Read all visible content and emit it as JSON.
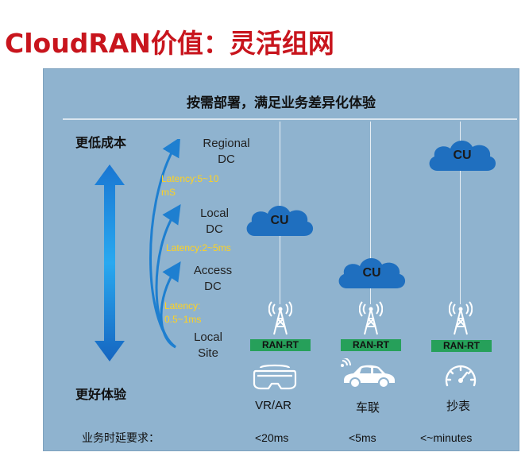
{
  "title": "CloudRAN价值：灵活组网",
  "subtitle": "按需部署，满足业务差异化体验",
  "axis": {
    "top_label": "更低成本",
    "bottom_label": "更好体验",
    "arrow_color": "#1e88e5"
  },
  "tiers": [
    {
      "name_line1": "Regional",
      "name_line2": "DC"
    },
    {
      "name_line1": "Local",
      "name_line2": "DC"
    },
    {
      "name_line1": "Access",
      "name_line2": "DC"
    },
    {
      "name_line1": "Local",
      "name_line2": "Site"
    }
  ],
  "latencies": [
    {
      "line1": "Latency:5~10",
      "line2": "mS"
    },
    {
      "line1": "Latency:2~5ms",
      "line2": ""
    },
    {
      "line1": "Latency:",
      "line2": "0.5~1ms"
    }
  ],
  "columns": [
    {
      "cu_label": "CU",
      "ran_label": "RAN-RT",
      "app_label": "VR/AR",
      "app_icon": "vr-headset-icon",
      "requirement": "<20ms"
    },
    {
      "cu_label": "CU",
      "ran_label": "RAN-RT",
      "app_label": "车联",
      "app_icon": "connected-car-icon",
      "requirement": "<5ms"
    },
    {
      "cu_label": "CU",
      "ran_label": "RAN-RT",
      "app_label": "抄表",
      "app_icon": "meter-gauge-icon",
      "requirement": "<~minutes"
    }
  ],
  "requirement_label": "业务时延要求：",
  "colors": {
    "title": "#c8151d",
    "panel": "#8fb3cf",
    "cloud": "#1f6fbf",
    "ran_rt": "#26a05a",
    "latency_text": "#ffd21f"
  }
}
